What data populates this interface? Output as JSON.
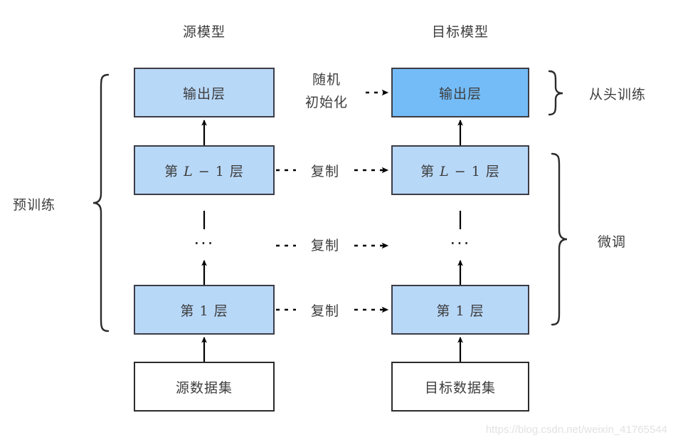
{
  "figure": {
    "title_source": "源模型",
    "title_target": "目标模型",
    "watermark": "https://blog.csdn.net/weixin_41765544"
  },
  "source_column": {
    "nodes": [
      {
        "id": "src-out",
        "label": "输出层",
        "fill": "#b8d8f8"
      },
      {
        "id": "src-lm1",
        "label": "第 L − 1 层",
        "fill": "#b8d8f8"
      },
      {
        "id": "src-dots",
        "label": "···",
        "fill": "none"
      },
      {
        "id": "src-l1",
        "label": "第 1 层",
        "fill": "#b8d8f8"
      },
      {
        "id": "src-data",
        "label": "源数据集",
        "fill": "#ffffff"
      }
    ]
  },
  "target_column": {
    "nodes": [
      {
        "id": "tgt-out",
        "label": "输出层",
        "fill": "#74bcf7"
      },
      {
        "id": "tgt-lm1",
        "label": "第 L − 1 层",
        "fill": "#b8d8f8"
      },
      {
        "id": "tgt-dots",
        "label": "···",
        "fill": "none"
      },
      {
        "id": "tgt-l1",
        "label": "第 1 层",
        "fill": "#b8d8f8"
      },
      {
        "id": "tgt-data",
        "label": "目标数据集",
        "fill": "#ffffff"
      }
    ]
  },
  "node_text": {
    "output_layer": "输出层",
    "layer_lm1_prefix": "第",
    "layer_lm1_var": "L",
    "layer_lm1_minus": "−",
    "layer_lm1_one": "1",
    "layer_lm1_suffix": "层",
    "layer_1_prefix": "第",
    "layer_1_num": "1",
    "layer_1_suffix": "层",
    "source_dataset": "源数据集",
    "target_dataset": "目标数据集",
    "ellipsis": "···"
  },
  "connectors": {
    "random_init_line1": "随机",
    "random_init_line2": "初始化",
    "copy": "复制"
  },
  "braces": {
    "pretrain": "预训练",
    "train_from_scratch": "从头训练",
    "fine_tune": "微调"
  },
  "colors": {
    "layer_light": "#b8d8f8",
    "layer_dark": "#74bcf7",
    "box_border": "#3c3c46",
    "dataset_border": "#2b2b2b",
    "text": "#3d3d3d",
    "arrow": "#000000",
    "watermark": "#e2e2e2",
    "background": "#ffffff"
  }
}
